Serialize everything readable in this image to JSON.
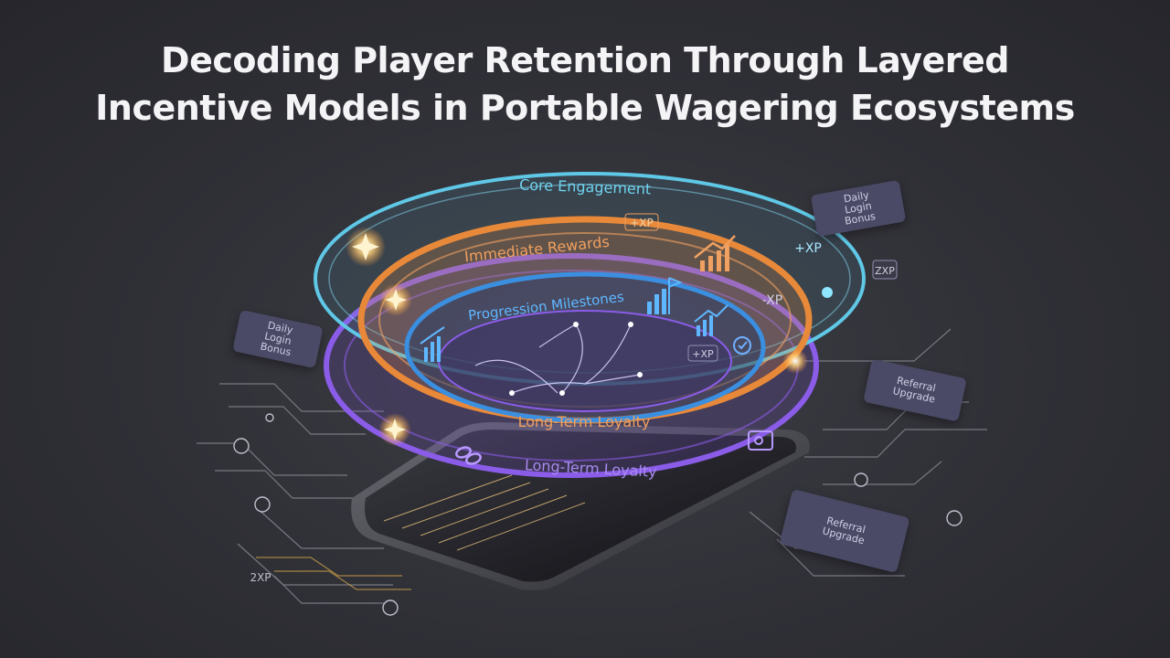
{
  "title": {
    "line1": "Decoding Player Retention Through Layered",
    "line2": "Incentive Models in Portable Wagering Ecosystems"
  },
  "rings": {
    "core": "Core Engagement",
    "immediate": "Immediate Rewards",
    "progression": "Progression Milestones",
    "loyalty_inner": "Long-Term Loyalty",
    "loyalty_outer": "Long-Term Loyalty"
  },
  "tags": {
    "xp1": "+XP",
    "xp2": "+XP",
    "xp3": "-XP",
    "xp4": "+XP",
    "xp5": "ZXP",
    "xp6": "2XP"
  },
  "cards": {
    "daily_right": "Daily\nLogin\nBonus",
    "daily_left": "Daily\nLogin\nBonus",
    "referral_right": "Referral\nUpgrade",
    "referral_bottom": "Referral\nUpgrade"
  },
  "colors": {
    "core": "#5fc8e6",
    "immediate": "#e8893a",
    "progression": "#3b8fe0",
    "loyalty": "#8a5ce8"
  }
}
